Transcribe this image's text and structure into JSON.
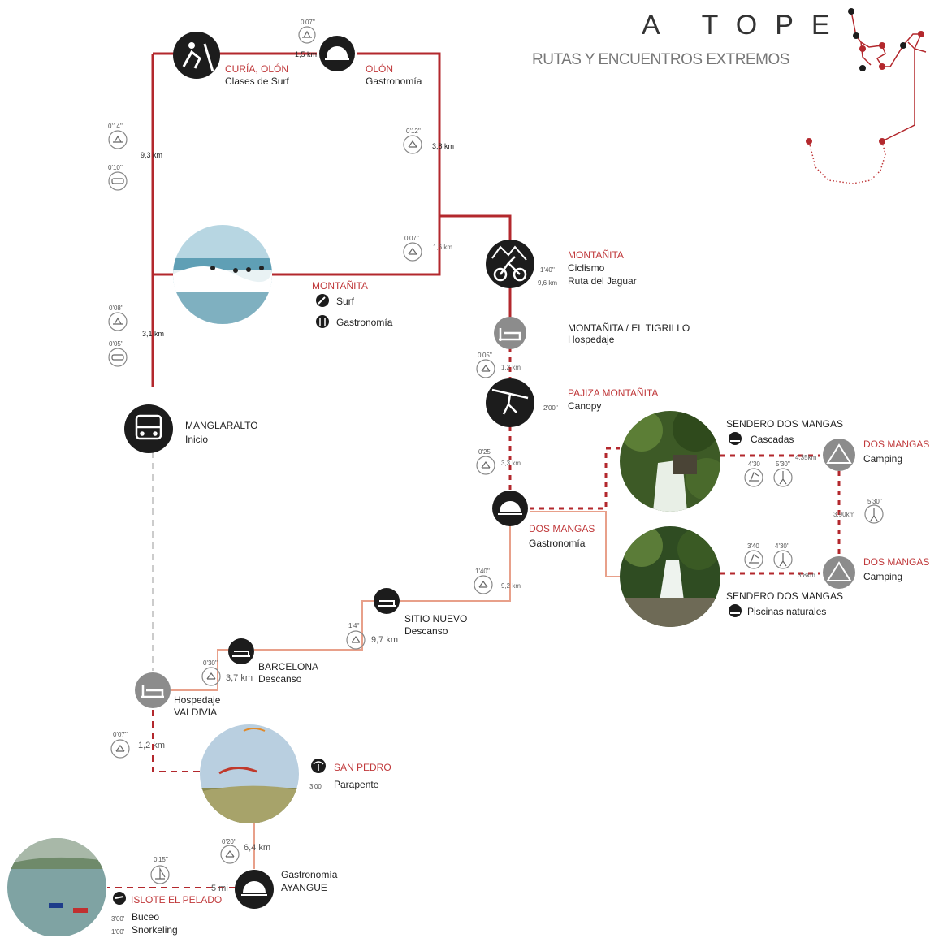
{
  "header": {
    "title": "A TOPE",
    "subtitle": "RUTAS Y ENCUENTROS EXTREMOS"
  },
  "colors": {
    "route_red": "#b3282d",
    "route_light": "#e8a08a",
    "route_grey": "#cccccc",
    "node_dark": "#1c1c1c",
    "node_grey": "#8c8c8c",
    "highlight_text": "#c0393b"
  },
  "stops": {
    "curia": {
      "place": "CURÍA, OLÓN",
      "activity": "Clases de Surf",
      "icon": "surf-icon"
    },
    "olon": {
      "place": "OLÓN",
      "activity": "Gastronomía",
      "icon": "cloche-icon"
    },
    "montanita_beach": {
      "place": "MONTAÑITA",
      "surf": "Surf",
      "food": "Gastronomía",
      "icon_surf": "surf-icon",
      "icon_food": "utensils-icon"
    },
    "montanita_bike": {
      "place": "MONTAÑITA",
      "activity": "Ciclismo",
      "route": "Ruta del Jaguar",
      "time": "1'40''",
      "distance": "9,6 km",
      "icon": "mountain-bike-icon"
    },
    "tigrillo": {
      "place": "MONTAÑITA / EL TIGRILLO",
      "activity": "Hospedaje",
      "icon": "bed-icon"
    },
    "pajiza": {
      "place": "PAJIZA MONTAÑITA",
      "activity": "Canopy",
      "time": "2'00''",
      "icon": "zipline-icon"
    },
    "dos_mangas_food": {
      "place": "DOS MANGAS",
      "activity": "Gastronomía",
      "icon": "cloche-icon"
    },
    "sendero_1": {
      "place": "SENDERO DOS MANGAS",
      "activity": "Cascadas",
      "icon": "waterfall-icon"
    },
    "sendero_2": {
      "place": "SENDERO DOS MANGAS",
      "activity": "Piscinas naturales",
      "icon": "waterfall-icon"
    },
    "camping_1": {
      "place": "DOS MANGAS",
      "activity": "Camping",
      "icon": "tent-icon"
    },
    "camping_2": {
      "place": "DOS MANGAS",
      "activity": "Camping",
      "icon": "tent-icon"
    },
    "manglaralto": {
      "place": "MANGLARALTO",
      "activity": "Inicio",
      "icon": "bus-icon"
    },
    "sitio_nuevo": {
      "place": "SITIO NUEVO",
      "activity": "Descanso",
      "icon": "rest-icon"
    },
    "barcelona": {
      "place": "BARCELONA",
      "activity": "Descanso",
      "icon": "rest-icon"
    },
    "valdivia": {
      "place": "VALDIVIA",
      "activity": "Hospedaje",
      "icon": "bed-icon"
    },
    "san_pedro": {
      "place": "SAN PEDRO",
      "activity": "Parapente",
      "time": "3'00'",
      "icon": "paraglider-icon"
    },
    "ayangue": {
      "place": "AYANGUE",
      "activity": "Gastronomía",
      "icon": "cloche-icon"
    },
    "islote": {
      "place": "ISLOTE EL PELADO",
      "buceo": "Buceo",
      "snorkel": "Snorkeling",
      "time_buceo": "3'00'",
      "time_snorkel": "1'00'",
      "icon": "diving-icon"
    }
  },
  "legs": {
    "curia_olon": {
      "time": "0'07''",
      "distance": "1,5 km",
      "mode": "motorbike-icon"
    },
    "olon_montanita": {
      "time": "0'12''",
      "distance": "3,8 km",
      "mode": "bicycle-icon"
    },
    "left_top": {
      "time_a": "0'14''",
      "time_b": "0'10''",
      "distance": "9,3 km",
      "mode_a": "motorbike-icon",
      "mode_b": "car-icon"
    },
    "beach_bike": {
      "time": "0'07''",
      "distance": "1,6 km",
      "mode": "bicycle-icon"
    },
    "left_mid": {
      "time_a": "0'08''",
      "time_b": "0'05''",
      "distance": "3,1 km",
      "mode_a": "motorbike-icon",
      "mode_b": "car-icon"
    },
    "tigrillo_pajiza": {
      "time": "0'05''",
      "distance": "1,2 km",
      "mode": "bicycle-icon"
    },
    "pajiza_dosmangas": {
      "time": "0'25'",
      "distance": "3,3 km",
      "mode": "bicycle-icon"
    },
    "dosmangas_sitio": {
      "time": "1'40''",
      "distance": "9,2 km",
      "mode": "bicycle-icon"
    },
    "sitio_barcelona": {
      "time": "1'4''",
      "distance": "9,7 km",
      "mode": "bicycle-icon"
    },
    "barcelona_valdivia": {
      "time": "0'30''",
      "distance": "3,7 km",
      "mode": "bicycle-icon"
    },
    "valdivia_sanpedro": {
      "time": "0'07''",
      "distance": "1,2 km",
      "mode": "bicycle-icon"
    },
    "sanpedro_ayangue": {
      "time": "0'20''",
      "distance": "6,4 km",
      "mode": "bicycle-icon"
    },
    "ayangue_islote": {
      "time": "0'15''",
      "distance": "5 mi",
      "mode": "sailboat-icon"
    },
    "sendero1_camp": {
      "distance": "4,35km",
      "time_a": "4'30",
      "time_b": "5'30''",
      "mode_a": "horse-icon",
      "mode_b": "hiker-icon"
    },
    "camp_camp": {
      "distance": "3,90km",
      "time": "5'30''",
      "mode": "hiker-icon"
    },
    "sendero2_camp": {
      "distance": "3,8km",
      "time_a": "3'40",
      "time_b": "4'30''",
      "mode_a": "horse-icon",
      "mode_b": "hiker-icon"
    }
  }
}
